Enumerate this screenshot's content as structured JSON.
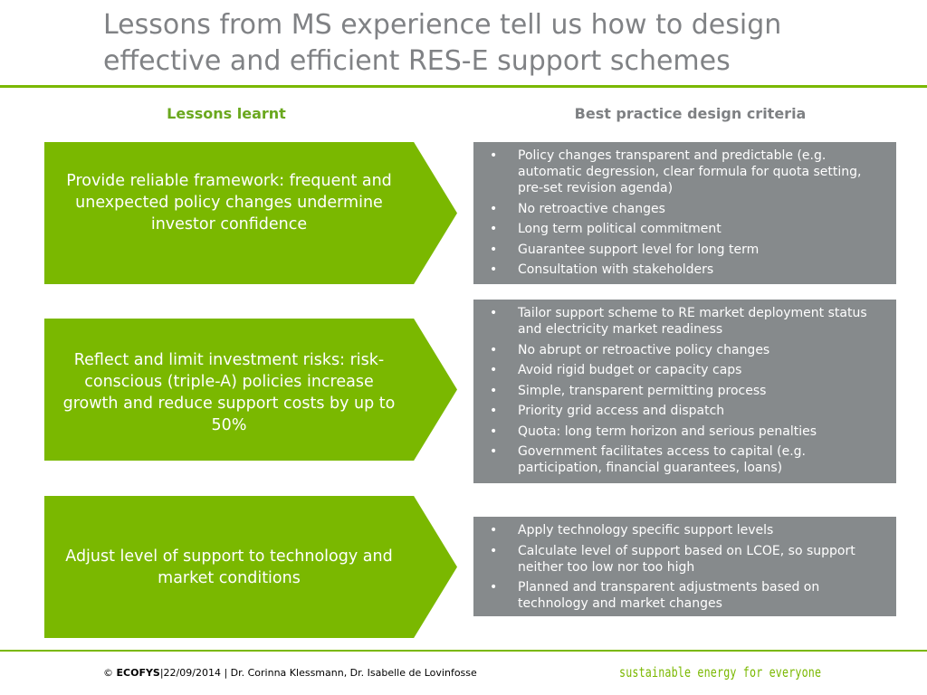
{
  "slide": {
    "title_lines": [
      "Lessons from MS experience tell us how to design",
      "effective and efficient RES-E support schemes"
    ]
  },
  "columns": {
    "left_heading": "Lessons learnt",
    "right_heading": "Best practice design criteria"
  },
  "rows": [
    {
      "lesson": "Provide reliable framework: frequent and unexpected policy changes undermine investor confidence",
      "criteria": [
        "Policy changes transparent and predictable (e.g. automatic degression, clear formula for quota setting, pre-set revision agenda)",
        "No retroactive changes",
        "Long term political commitment",
        "Guarantee support level for long term",
        "Consultation with stakeholders"
      ]
    },
    {
      "lesson": "Reflect and limit investment risks: risk-conscious (triple-A) policies increase growth and reduce support costs by up to 50%",
      "criteria": [
        "Tailor support scheme to RE market deployment status and electricity market readiness",
        "No abrupt or retroactive policy changes",
        "Avoid rigid budget or capacity caps",
        "Simple, transparent permitting process",
        "Priority grid access and dispatch",
        "Quota: long term horizon and serious penalties",
        "Government facilitates access to capital (e.g. participation, financial guarantees, loans)"
      ]
    },
    {
      "lesson": "Adjust level of support to technology and market conditions",
      "criteria": [
        "Apply technology specific support levels",
        "Calculate level of support based on LCOE, so support neither too low nor too high",
        "Planned and transparent adjustments based on technology and market changes"
      ]
    }
  ],
  "footer": {
    "copyright": "©",
    "brand": "ECOFYS",
    "details": "|22/09/2014 | Dr. Corinna Klessmann, Dr. Isabelle de Lovinfosse",
    "tagline": "sustainable energy for everyone"
  },
  "colors": {
    "accent_green": "#7ab800",
    "criteria_gray": "#868a8c",
    "title_gray": "#808285"
  }
}
